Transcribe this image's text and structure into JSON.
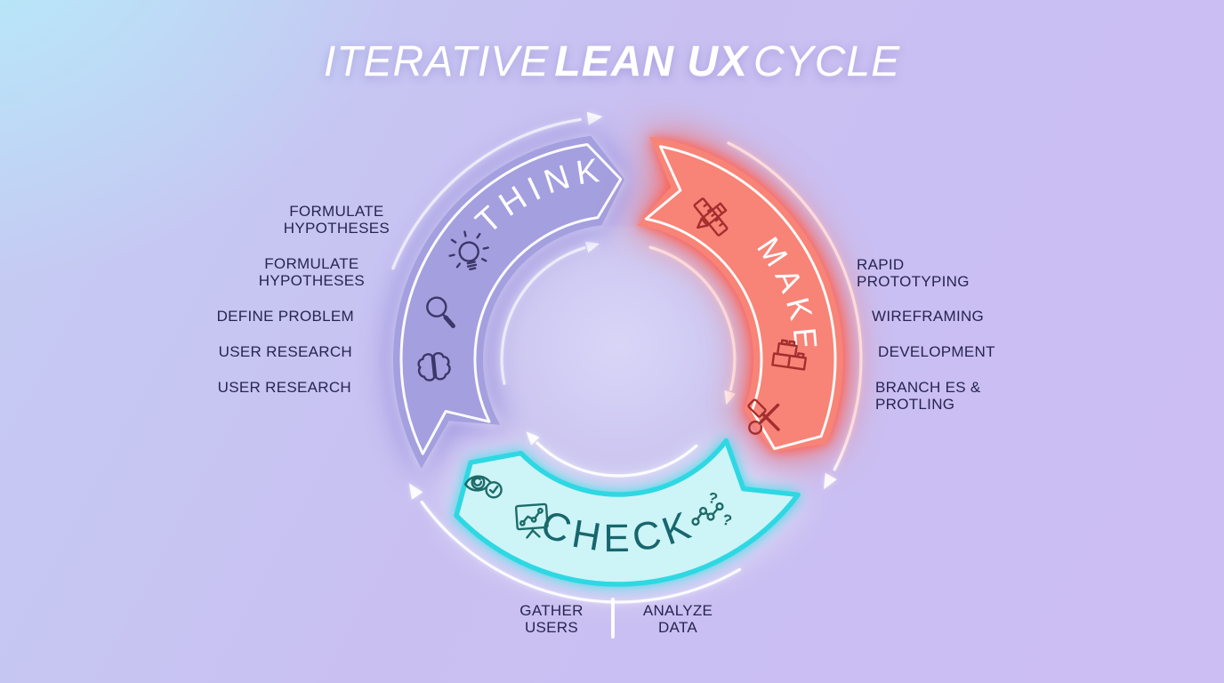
{
  "title": {
    "prefix": "ITERATIVE",
    "emphasis": "LEAN UX",
    "suffix": "CYCLE"
  },
  "diagram": {
    "type": "cycle",
    "direction": "clockwise"
  },
  "segments": [
    {
      "id": "think",
      "label": "THINK",
      "fill": "#a49fde",
      "glow": "#8d84d8",
      "text_color": "#ffffff",
      "icon_color": "#3b3769",
      "icons": [
        "lightbulb-icon",
        "magnifier-icon",
        "brain-icon"
      ]
    },
    {
      "id": "make",
      "label": "MAKE",
      "fill": "#f88377",
      "glow": "#ff5e4d",
      "text_color": "#ffffff",
      "icon_color": "#a32e2e",
      "icons": [
        "pencil-ruler-icon",
        "bricks-icon",
        "tools-icon"
      ]
    },
    {
      "id": "check",
      "label": "CHECK",
      "fill": "#cdf4f7",
      "glow": "#2fd7e2",
      "stroke": "#2ed8e3",
      "text_color": "#17666e",
      "icon_color": "#1d6b68",
      "icons": [
        "eye-check-icon",
        "presentation-chart-icon",
        "scatter-questions-icon"
      ]
    }
  ],
  "labels": {
    "left": [
      "FORMULATE\nHYPOTHESES",
      "FORMULATE\nHYPOTHESES",
      "DEFINE PROBLEM",
      "USER RESEARCH",
      "USER RESEARCH"
    ],
    "right": [
      "RAPID\nPROTOTYPING",
      "WIREFRAMING",
      "DEVELOPMENT",
      "BRANCH ES &\nPROTLING"
    ],
    "bottom": [
      "GATHER\nUSERS",
      "ANALYZE\nDATA"
    ]
  },
  "icons": {
    "question_mark": "?"
  },
  "palette": {
    "background_top_left": "#b5ecf9",
    "background_main": "#c9c0f1",
    "background_bottom_right": "#ccbdf3",
    "title_color": "#ffffff",
    "label_color": "#272550",
    "arrow_color": "#ffffff",
    "inner_outline": "#ffffff"
  }
}
